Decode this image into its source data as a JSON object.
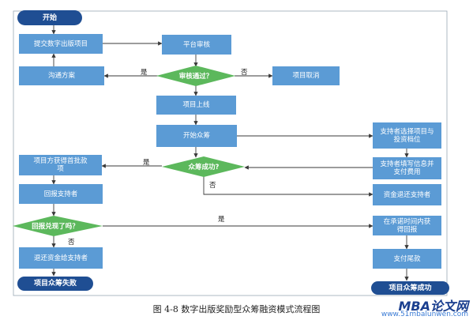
{
  "flowchart": {
    "start": "开始",
    "submit": "提交数字出版项目",
    "platform_review": "平台审核",
    "review_decision": "审核通过？",
    "communicate": "沟通方案",
    "cancel": "项目取消",
    "project_online": "项目上线",
    "start_crowdfunding": "开始众筹",
    "supporter_choose": "支持者选择项目与投资档位",
    "supporter_pay": "支持者填写信息并支付费用",
    "crowdfunding_decision": "众筹成功?",
    "get_funds": "项目方获得首批款项",
    "refund_supporters": "资金退还支持者",
    "reward_supporters": "回报支持者",
    "reward_decision": "回报兑现了吗？",
    "on_time_reward": "在承诺时间内获得回报",
    "refund_return": "退还资金给支持者",
    "pay_final": "支付尾款",
    "project_fail": "项目众筹失败",
    "project_success": "项目众筹成功"
  },
  "edge_labels": {
    "yes": "是",
    "no": "否"
  },
  "colors": {
    "box": "#5b9bd5",
    "terminal": "#1f4e93",
    "diamond": "#5cb85c",
    "line": "#3a3a3a",
    "container_border": "#9aa7b5"
  },
  "caption": "图 4-8 数字出版奖励型众筹融资模式流程图",
  "watermark": {
    "brand": "MBA论文网",
    "url": "www.51mbalunwen.com"
  }
}
